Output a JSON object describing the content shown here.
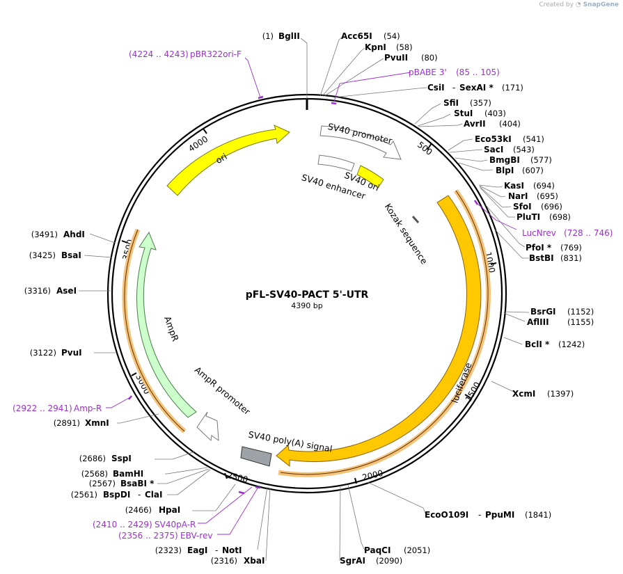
{
  "credit": {
    "created_by": "Created by",
    "brand": "SnapGene"
  },
  "plasmid": {
    "name": "pFL-SV40-PACT 5'-UTR",
    "size": "4390 bp"
  },
  "ring_ticks": [
    "500",
    "1000",
    "1500",
    "2000",
    "2500",
    "3000",
    "3500",
    "4000"
  ],
  "sites": [
    {
      "name": "BglII",
      "pos": "(1)"
    },
    {
      "name": "Acc65I",
      "pos": "(54)"
    },
    {
      "name": "KpnI",
      "pos": "(58)"
    },
    {
      "name": "PvuII",
      "pos": "(80)"
    },
    {
      "name": "CsiI",
      "name2": "SexAI *",
      "pos": "(171)"
    },
    {
      "name": "SfiI",
      "pos": "(357)"
    },
    {
      "name": "StuI",
      "pos": "(403)"
    },
    {
      "name": "AvrII",
      "pos": "(404)"
    },
    {
      "name": "Eco53kI",
      "pos": "(541)"
    },
    {
      "name": "SacI",
      "pos": "(543)"
    },
    {
      "name": "BmgBI",
      "pos": "(577)"
    },
    {
      "name": "BlpI",
      "pos": "(607)"
    },
    {
      "name": "KasI",
      "pos": "(694)"
    },
    {
      "name": "NarI",
      "pos": "(695)"
    },
    {
      "name": "SfoI",
      "pos": "(696)"
    },
    {
      "name": "PluTI",
      "pos": "(698)"
    },
    {
      "name": "PfoI *",
      "pos": "(769)"
    },
    {
      "name": "BstBI",
      "pos": "(831)"
    },
    {
      "name": "BsrGI",
      "pos": "(1152)"
    },
    {
      "name": "AflIII",
      "pos": "(1155)"
    },
    {
      "name": "BclI *",
      "pos": "(1242)"
    },
    {
      "name": "XcmI",
      "pos": "(1397)"
    },
    {
      "name": "EcoO109I",
      "name2": "PpuMI",
      "pos": "(1841)"
    },
    {
      "name": "PaqCI",
      "pos": "(2051)"
    },
    {
      "name": "SgrAI",
      "pos": "(2090)"
    },
    {
      "name": "XbaI",
      "pos": "(2316)"
    },
    {
      "name": "EagI",
      "name2": "NotI",
      "pos": "(2323)"
    },
    {
      "name": "HpaI",
      "pos": "(2466)"
    },
    {
      "name": "BspDI",
      "name2": "ClaI",
      "pos": "(2561)"
    },
    {
      "name": "BsaBI *",
      "pos": "(2567)"
    },
    {
      "name": "BamHI",
      "pos": "(2568)"
    },
    {
      "name": "SspI",
      "pos": "(2686)"
    },
    {
      "name": "XmnI",
      "pos": "(2891)"
    },
    {
      "name": "PvuI",
      "pos": "(3122)"
    },
    {
      "name": "AseI",
      "pos": "(3316)"
    },
    {
      "name": "BsaI",
      "pos": "(3425)"
    },
    {
      "name": "AhdI",
      "pos": "(3491)"
    }
  ],
  "primers": [
    {
      "name": "pBR322ori-F",
      "range": "(4224 .. 4243)"
    },
    {
      "name": "pBABE 3'",
      "range": "(85 .. 105)"
    },
    {
      "name": "LucNrev",
      "range": "(728 .. 746)"
    },
    {
      "name": "Amp-R",
      "range": "(2922 .. 2941)"
    },
    {
      "name": "SV40pA-R",
      "range": "(2410 .. 2429)"
    },
    {
      "name": "EBV-rev",
      "range": "(2356 .. 2375)"
    }
  ],
  "features": {
    "ori": "ori",
    "sv40_promoter": "SV40 promoter",
    "sv40_ori": "SV40 ori",
    "sv40_enhancer": "SV40 enhancer",
    "kozak": "Kozak sequence",
    "luciferase": "luciferase",
    "polya": "SV40 poly(A) signal",
    "ampr": "AmpR",
    "ampr_promoter": "AmpR promoter"
  },
  "colors": {
    "ori": "#ffff00",
    "luciferase": "#ffc800",
    "ampr": "#ccffcc",
    "polya": "#9ea3a8",
    "orf_halo": "#f5c27a",
    "primer": "#9b2fd1",
    "backbone": "#000000"
  }
}
